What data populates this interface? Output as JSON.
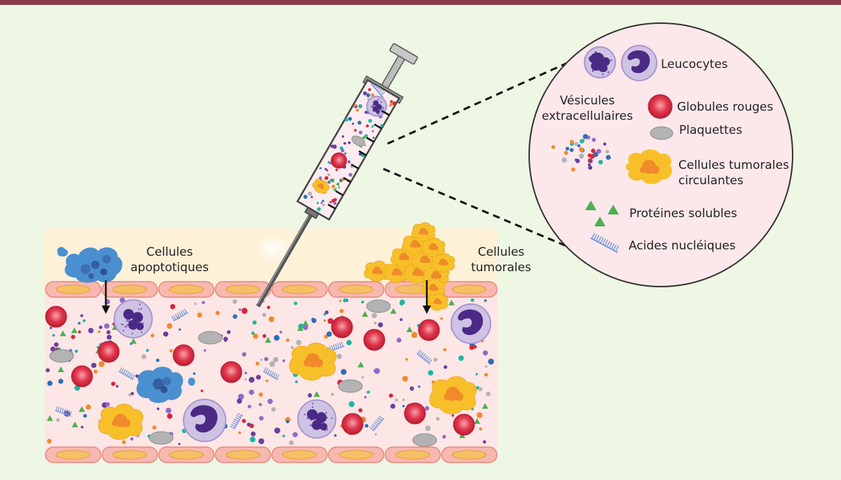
{
  "scene": {
    "label_apoptotic": [
      "Cellules",
      "apoptotiques"
    ],
    "label_tumoral": [
      "Cellules",
      "tumorales"
    ]
  },
  "legend": {
    "leukocytes": "Leucocytes",
    "vesicles": [
      "Vésicules",
      "extracellulaires"
    ],
    "red_cells": "Globules rouges",
    "platelets": "Plaquettes",
    "ctc": [
      "Cellules tumorales",
      "circulantes"
    ],
    "proteins": "Protéines solubles",
    "nucleic_acids": "Acides nucléiques"
  },
  "colors": {
    "top_bar": "#8b3a4a",
    "background": "#eef6e4",
    "tissue": "#fdf1d8",
    "plasma": "#fce6e6",
    "vessel_cell": "#f7b8b0",
    "nucleus": "#f5c063",
    "red_cell": "#d7263d",
    "platelet": "#b3b3b3",
    "leukocyte": "#6b3fa0",
    "apoptotic_cell": "#4a8fd0",
    "tumor_cell": "#f7c02a",
    "protein": "#4caf50",
    "nucleic_acid": "#7a9cd8"
  }
}
